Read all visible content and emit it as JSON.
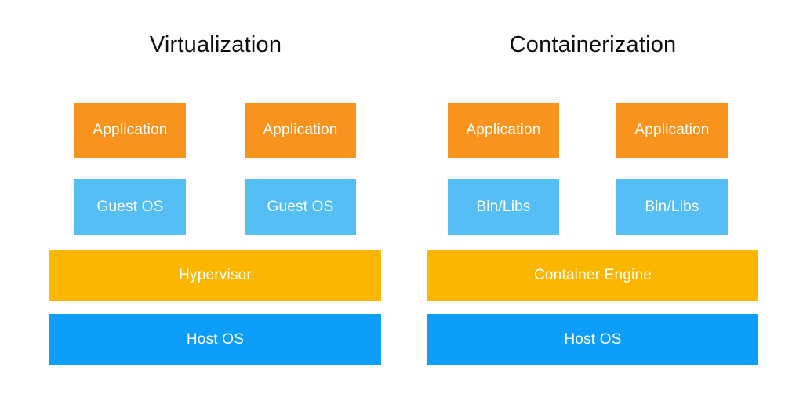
{
  "colors": {
    "background": "#ffffff",
    "app_orange": "#F8941D",
    "mid_blue": "#55BFF5",
    "engine_amber": "#FBB700",
    "host_blue": "#0D9EFB",
    "title_text": "#0d0d0d",
    "box_text": "#ffffff"
  },
  "panels": [
    {
      "title": "Virtualization",
      "app_boxes": [
        "Application",
        "Application"
      ],
      "mid_boxes": [
        "Guest OS",
        "Guest OS"
      ],
      "engine_label": "Hypervisor",
      "host_label": "Host OS"
    },
    {
      "title": "Containerization",
      "app_boxes": [
        "Application",
        "Application"
      ],
      "mid_boxes": [
        "Bin/Libs",
        "Bin/Libs"
      ],
      "engine_label": "Container Engine",
      "host_label": "Host OS"
    }
  ]
}
